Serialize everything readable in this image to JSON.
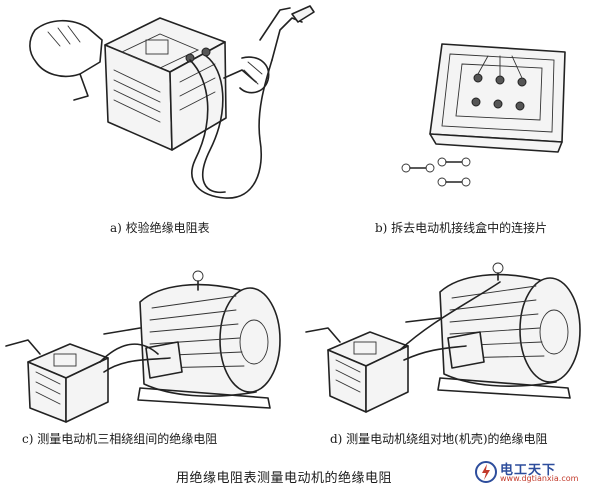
{
  "captions": {
    "a": "a) 校验绝缘电阻表",
    "b": "b) 拆去电动机接线盒中的连接片",
    "c": "c) 测量电动机三相绕组间的绝缘电阻",
    "d": "d) 测量电动机绕组对地(机壳)的绝缘电阻",
    "main": "用绝缘电阻表测量电动机的绝缘电阻"
  },
  "watermark": {
    "name": "电工天下",
    "url": "www.dgtianxia.com"
  },
  "colors": {
    "line": "#222222",
    "watermark_blue": "#2d4d9c",
    "watermark_red": "#c23a2b"
  }
}
